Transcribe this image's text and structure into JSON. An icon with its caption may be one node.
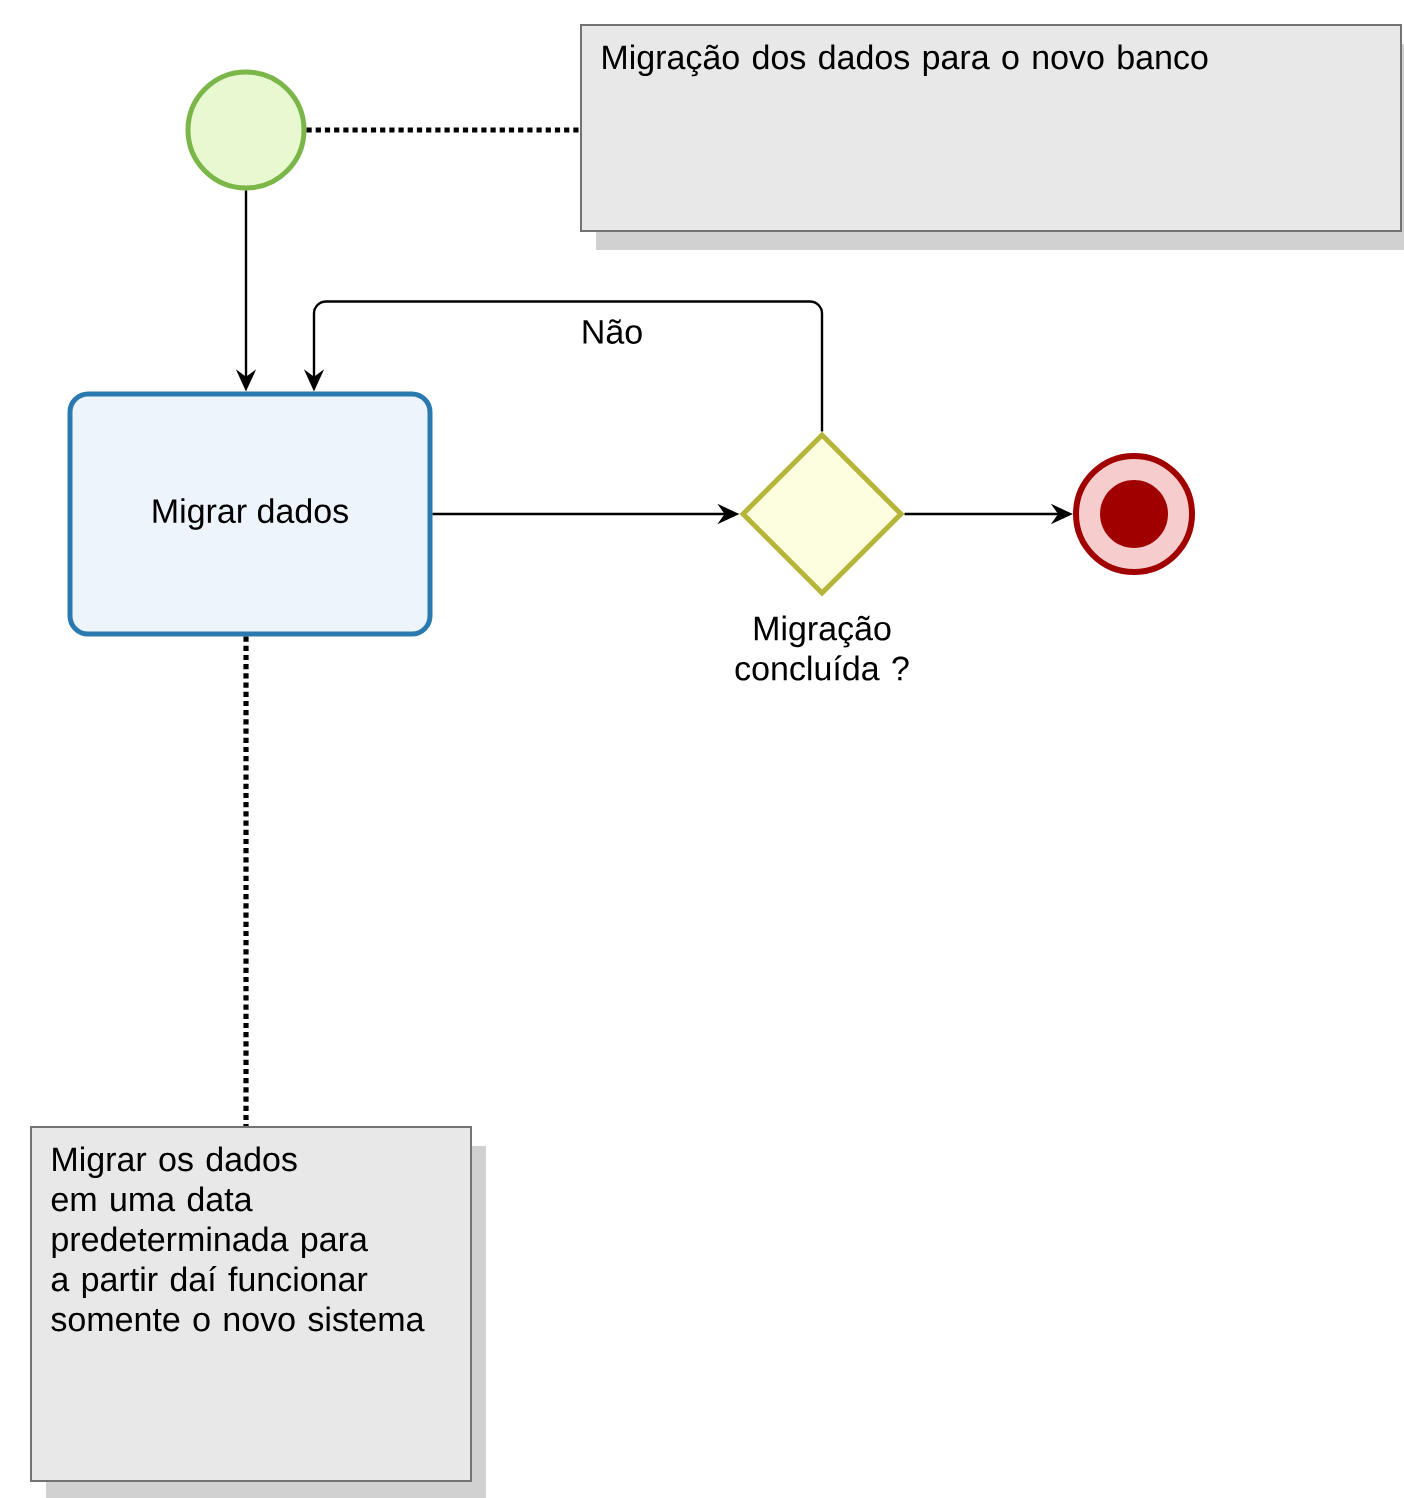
{
  "diagram": {
    "nodes": [
      {
        "text": [],
        "shape": "circle"
      },
      {
        "text": [
          "Migração dos dados para o novo banco"
        ]
      },
      {
        "text": [
          "Migrar dados"
        ]
      },
      {
        "text": [],
        "shape": "diamond",
        "beside": [
          "Migração concluída ?"
        ]
      },
      {
        "text": [],
        "shape": "circle"
      },
      {
        "text": [
          "Migrar os dados em uma data predeterminada para a partir daí funcionar somente o novo sistema"
        ]
      }
    ],
    "edges": [
      {
        "from": 0,
        "to": 2,
        "arrow": "to"
      },
      {
        "from": 2,
        "to": 3,
        "arrow": "to"
      },
      {
        "from": 3,
        "to": 2,
        "arrow": "to",
        "label": "Não"
      },
      {
        "from": 3,
        "to": 4,
        "arrow": "to"
      },
      {
        "from": 0,
        "to": 1,
        "arrow": "none",
        "style": "dashed"
      },
      {
        "from": 2,
        "to": 5,
        "arrow": "none",
        "style": "dashed"
      }
    ]
  }
}
